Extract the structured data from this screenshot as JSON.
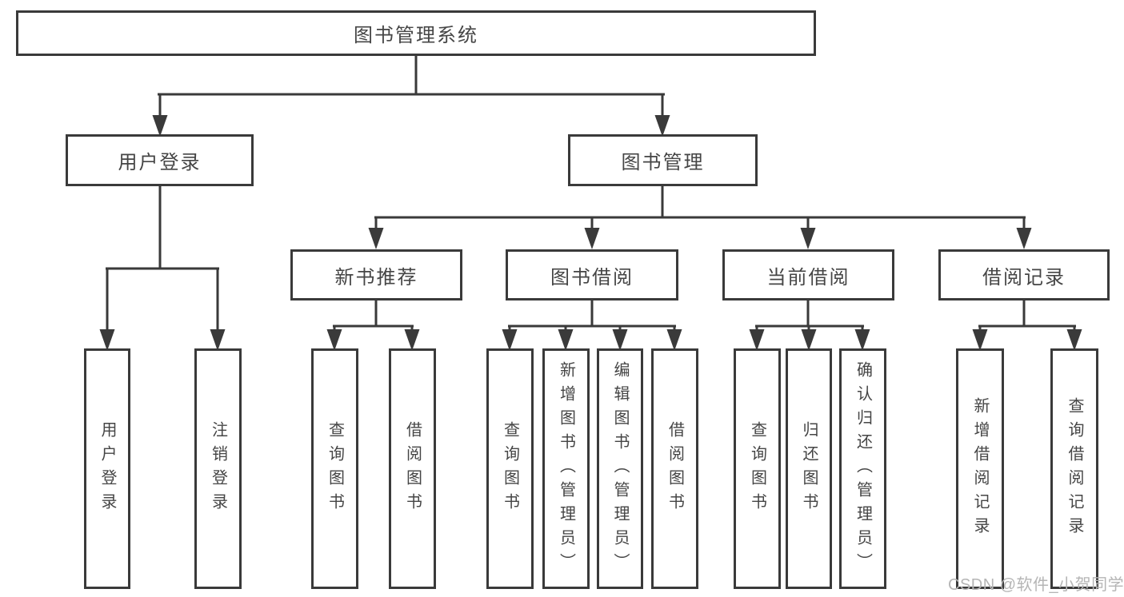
{
  "tree": {
    "label": "图书管理系统",
    "children": [
      {
        "label": "用户登录",
        "children": [
          {
            "label": "用户登录"
          },
          {
            "label": "注销登录"
          }
        ]
      },
      {
        "label": "图书管理",
        "children": [
          {
            "label": "新书推荐",
            "children": [
              {
                "label": "查询图书"
              },
              {
                "label": "借阅图书"
              }
            ]
          },
          {
            "label": "图书借阅",
            "children": [
              {
                "label": "查询图书"
              },
              {
                "label": "新增图书（管理员）"
              },
              {
                "label": "编辑图书（管理员）"
              },
              {
                "label": "借阅图书"
              }
            ]
          },
          {
            "label": "当前借阅",
            "children": [
              {
                "label": "查询图书"
              },
              {
                "label": "归还图书"
              },
              {
                "label": "确认归还（管理员）"
              }
            ]
          },
          {
            "label": "借阅记录",
            "children": [
              {
                "label": "新增借阅记录"
              },
              {
                "label": "查询借阅记录"
              }
            ]
          }
        ]
      }
    ]
  },
  "watermark": {
    "text": "CSDN @软件_小贺同学"
  },
  "colors": {
    "line": "#3a3a3a",
    "box_border": "#3a3a3a",
    "text": "#454545",
    "watermark": "#b5b5b5",
    "background": "#ffffff"
  }
}
